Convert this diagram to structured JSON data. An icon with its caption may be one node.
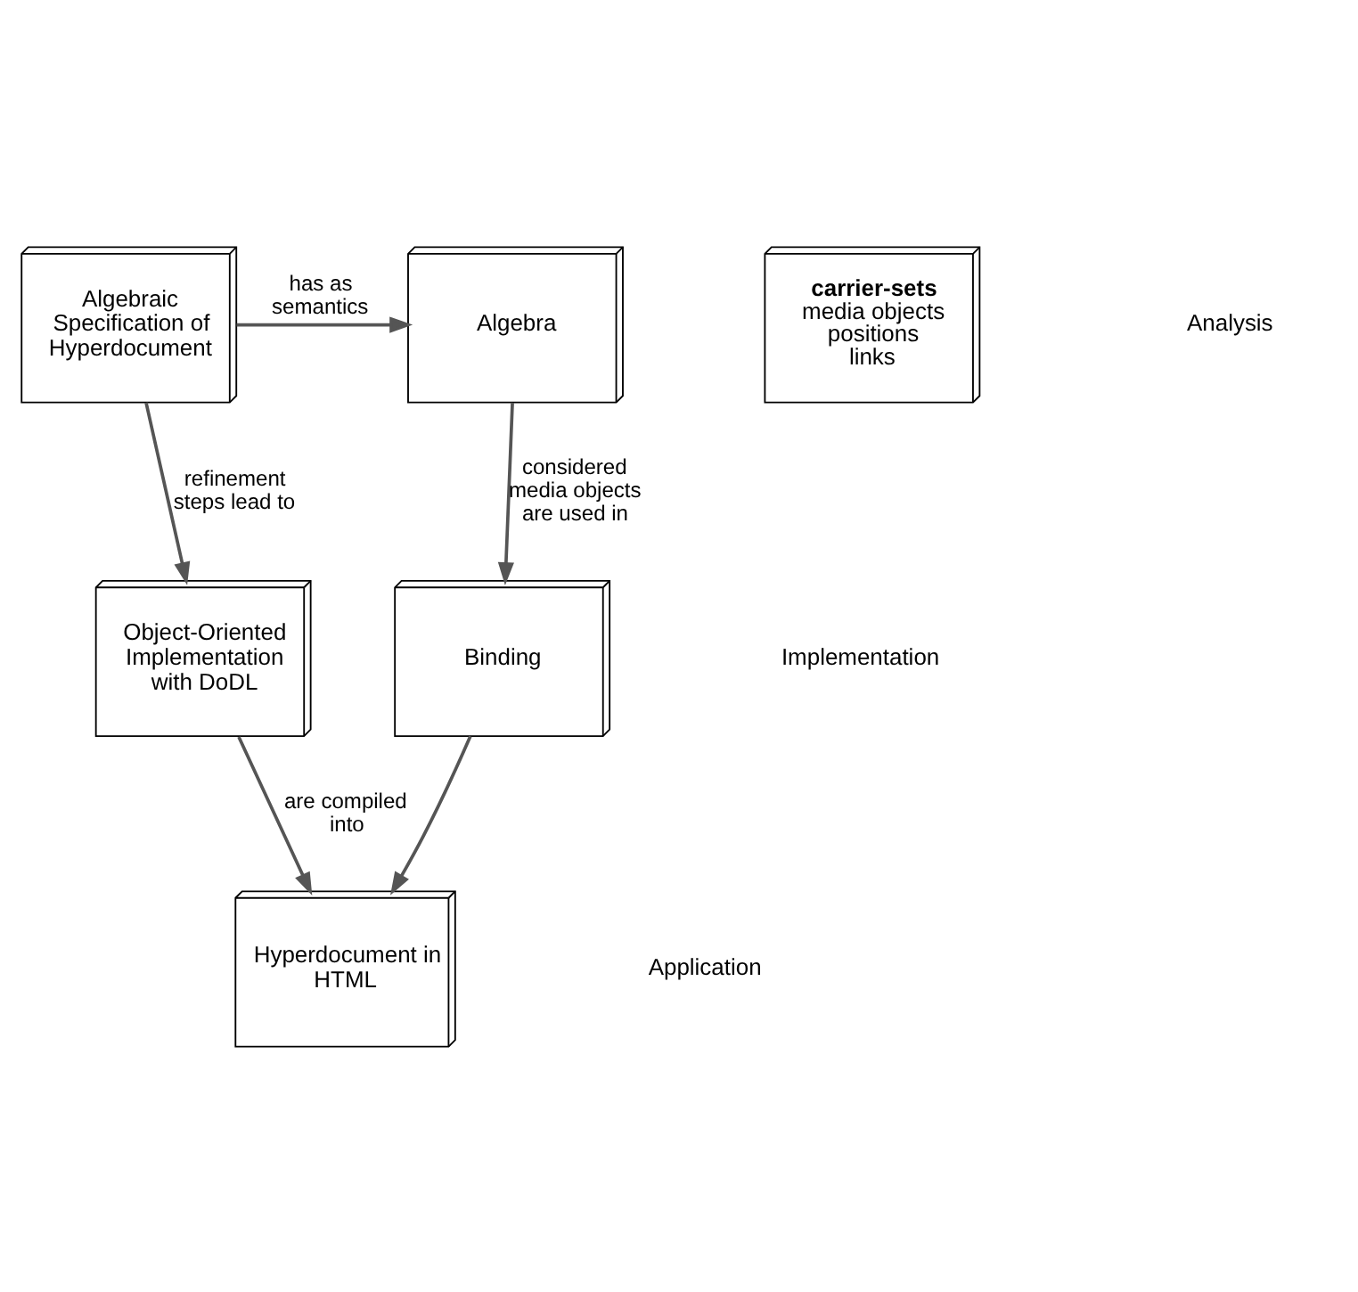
{
  "diagram": {
    "nodes": [
      {
        "text": [
          "Algebraic Specification of Hyperdocument"
        ]
      },
      {
        "text": [
          "Algebra"
        ]
      },
      {
        "text": [
          "carrier-sets",
          "media objects",
          "positions",
          "links"
        ]
      },
      {
        "text": [
          "Object-Oriented Implementation with DoDL"
        ]
      },
      {
        "text": [
          "Binding"
        ]
      },
      {
        "text": [
          "Hyperdocument in HTML"
        ]
      }
    ],
    "edges": [
      {
        "from": 0,
        "to": 1,
        "arrow": "to",
        "label": "has as semantics"
      },
      {
        "from": 0,
        "to": 3,
        "arrow": "to",
        "label": "refinement steps lead to"
      },
      {
        "from": 1,
        "to": 4,
        "arrow": "to",
        "label": "considered media objects are used in"
      },
      {
        "from": 3,
        "to": 5,
        "arrow": "to",
        "label": "are compiled into"
      },
      {
        "from": 4,
        "to": 5,
        "arrow": "to"
      }
    ],
    "labels": [
      "Analysis",
      "Implementation",
      "Application"
    ]
  }
}
